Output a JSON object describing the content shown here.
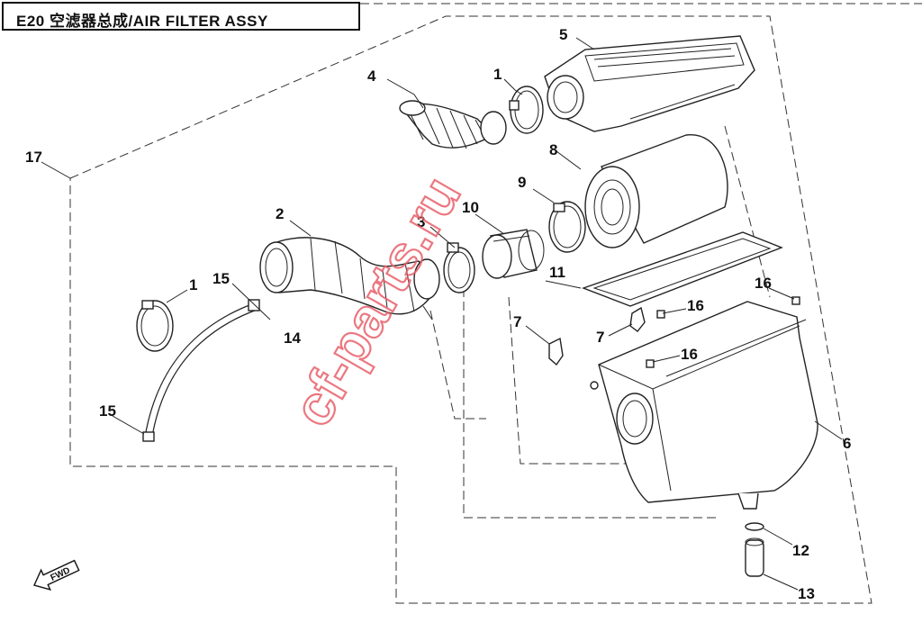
{
  "header": {
    "title": "E20  空滤器总成/AIR FILTER ASSY"
  },
  "callouts": {
    "c1a": "1",
    "c1b": "1",
    "c2": "2",
    "c3": "3",
    "c4": "4",
    "c5": "5",
    "c6": "6",
    "c7a": "7",
    "c7b": "7",
    "c8": "8",
    "c9": "9",
    "c10": "10",
    "c11": "11",
    "c12": "12",
    "c13": "13",
    "c14": "14",
    "c15a": "15",
    "c15b": "15",
    "c16a": "16",
    "c16b": "16",
    "c16c": "16",
    "c17": "17"
  },
  "watermark": {
    "text": "cf-parts.ru",
    "color": "#e8606a"
  },
  "fwd_badge": {
    "label": "FWD",
    "icon": "fwd-arrow-icon"
  }
}
